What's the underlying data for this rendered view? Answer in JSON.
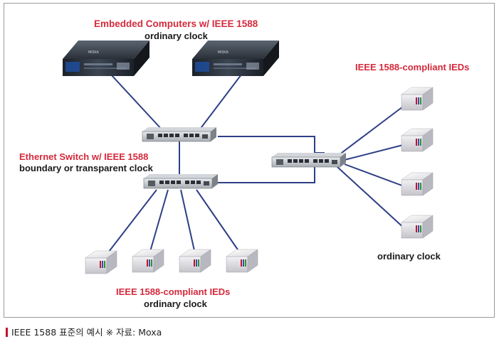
{
  "labels": {
    "top_title": "Embedded Computers w/ IEEE 1588",
    "top_sub": "ordinary clock",
    "switch_title": "Ethernet Switch w/ IEEE 1588",
    "switch_sub": "boundary or transparent clock",
    "right_title": "IEEE 1588-compliant IEDs",
    "right_sub": "ordinary clock",
    "bottom_title": "IEEE 1588-compliant IEDs",
    "bottom_sub": "ordinary clock"
  },
  "caption": {
    "text": "IEEE 1588 표준의 예시",
    "source": "※ 자료: Moxa"
  },
  "colors": {
    "accent_red": "#d42a3c",
    "link_blue": "#2e3f86",
    "caption_bar": "#c8102e"
  },
  "icons": [
    "embedded-computer-icon",
    "ethernet-switch-icon",
    "ied-device-icon"
  ]
}
